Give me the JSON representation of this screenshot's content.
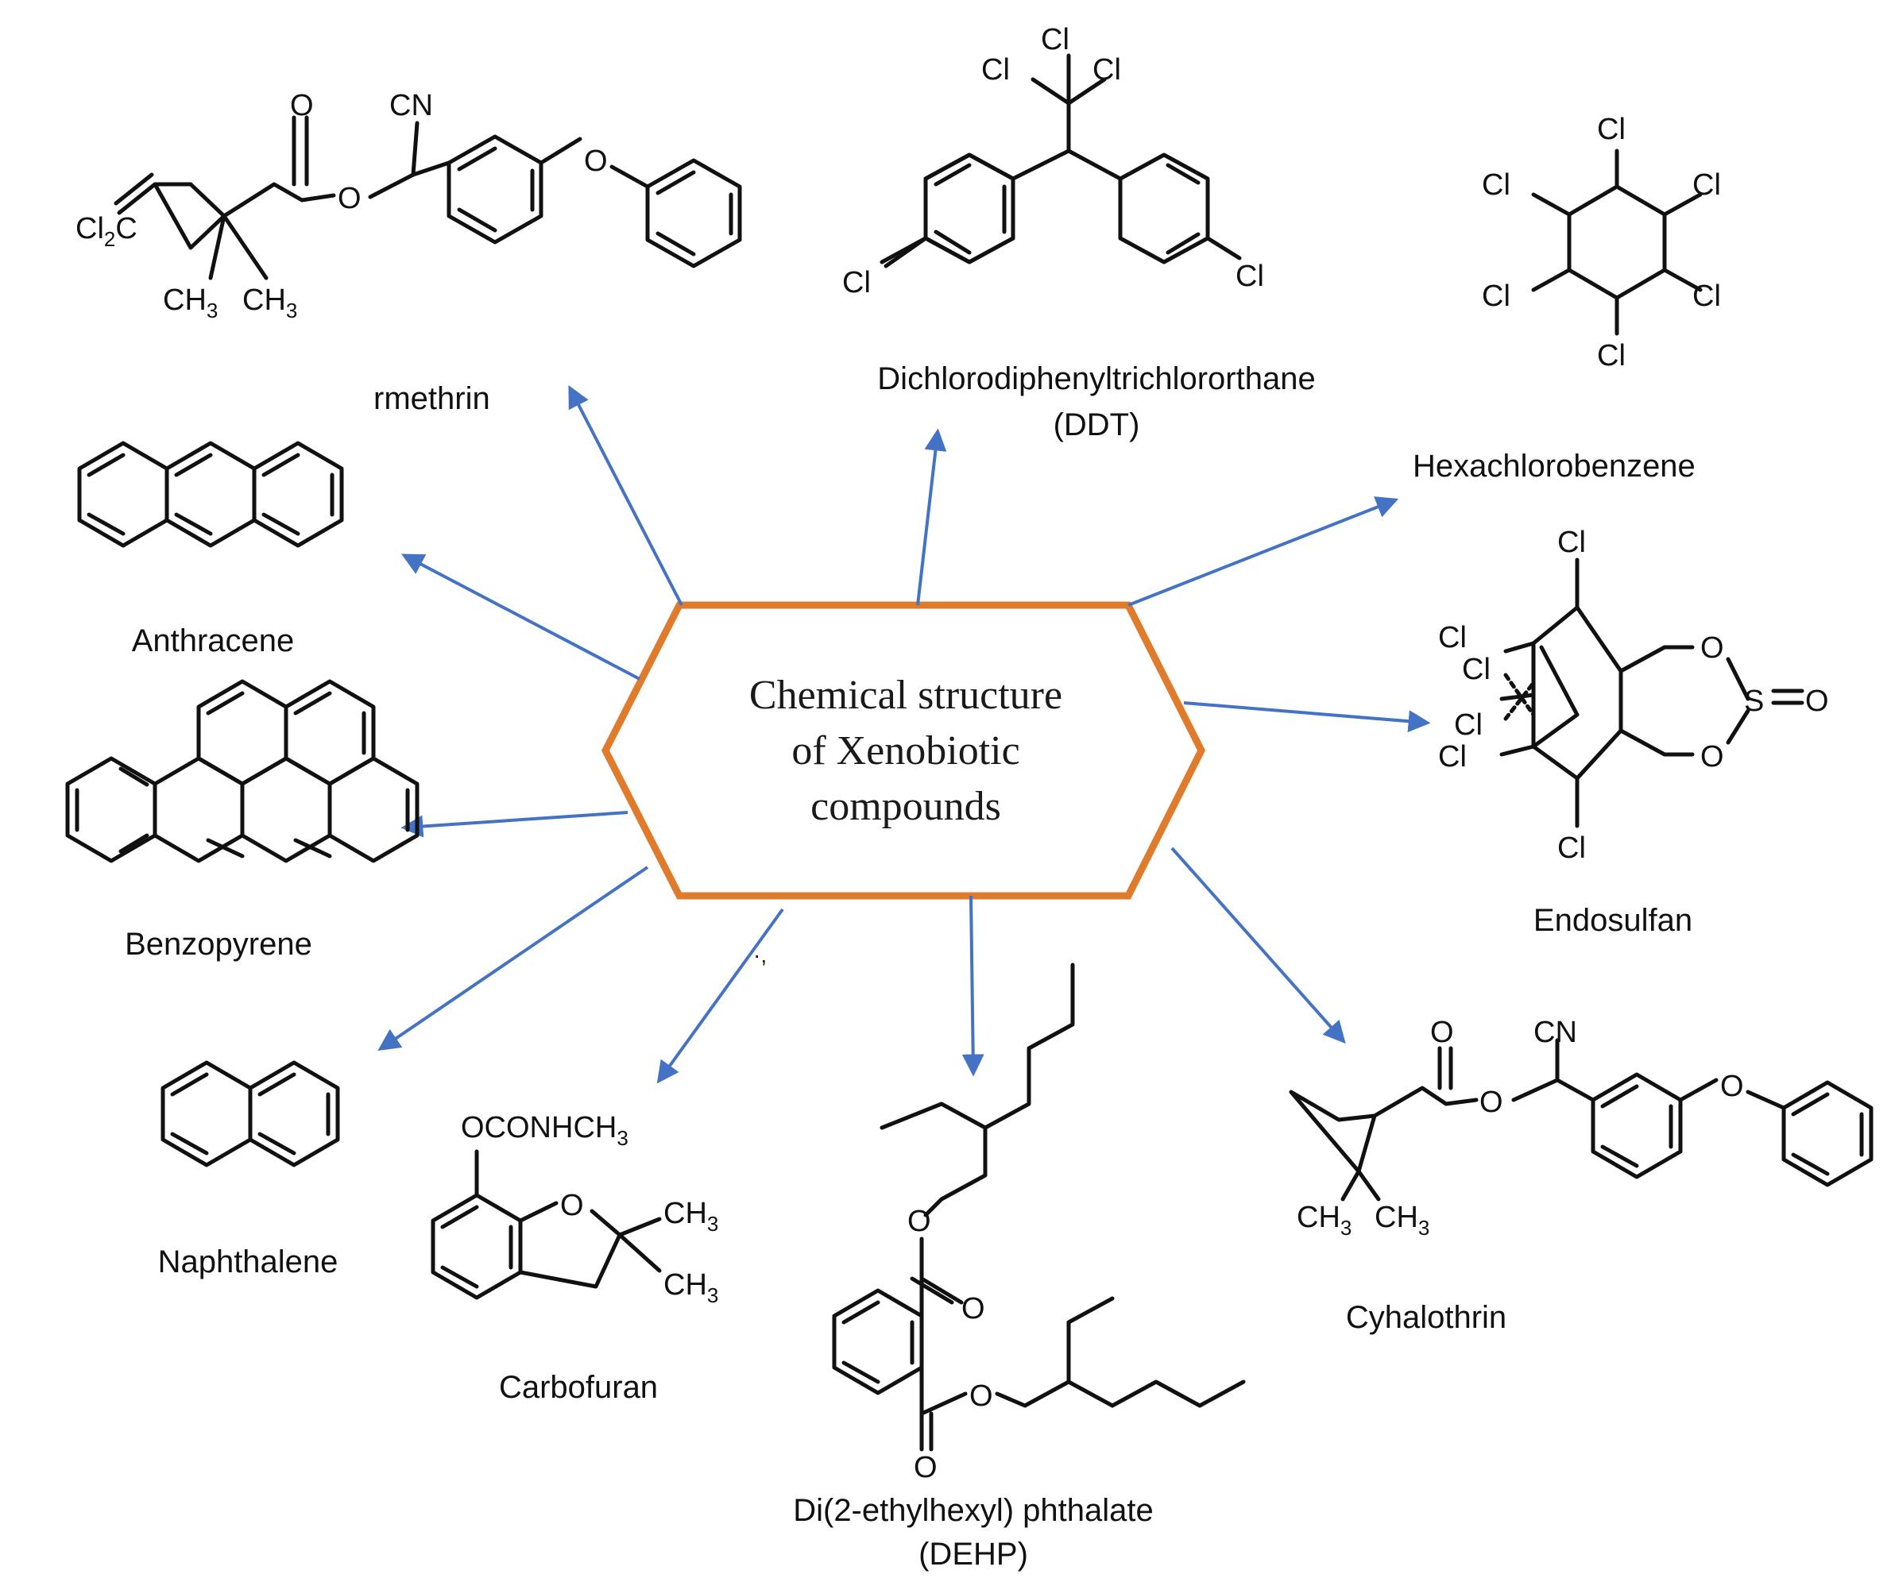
{
  "colors": {
    "arrow": "#4472C4",
    "hexagon_border": "#E07B2C",
    "bond": "#111111"
  },
  "center": {
    "line1": "Chemical structure",
    "line2": "of Xenobiotic",
    "line3": "compounds"
  },
  "compounds": [
    {
      "id": "permethrin",
      "label": "rmethrin"
    },
    {
      "id": "ddt",
      "label": "Dichlorodiphenyltrichlororthane",
      "sub": "(DDT)"
    },
    {
      "id": "hcb",
      "label": "Hexachlorobenzene"
    },
    {
      "id": "anthracene",
      "label": "Anthracene"
    },
    {
      "id": "endosulfan",
      "label": "Endosulfan"
    },
    {
      "id": "benzopyrene",
      "label": "Benzopyrene"
    },
    {
      "id": "naphthalene",
      "label": "Naphthalene"
    },
    {
      "id": "carbofuran",
      "label": "Carbofuran"
    },
    {
      "id": "dehp",
      "label": "Di(2-ethylhexyl) phthalate",
      "sub": "(DEHP)"
    },
    {
      "id": "cyhalothrin",
      "label": "Cyhalothrin"
    }
  ],
  "atoms": {
    "permethrin": {
      "cl2c": "Cl",
      "cl2c_sub": "2",
      "cl2c_tail": "C",
      "o1": "O",
      "cn": "CN",
      "o2": "O",
      "o3": "O",
      "me1": "CH",
      "me1_sub": "3",
      "me2": "CH",
      "me2_sub": "3"
    },
    "ddt": {
      "cl1": "Cl",
      "cl2": "Cl",
      "cl3": "Cl",
      "cl4": "Cl",
      "cl5": "Cl"
    },
    "hcb": {
      "cl1": "Cl",
      "cl2": "Cl",
      "cl3": "Cl",
      "cl4": "Cl",
      "cl5": "Cl",
      "cl6": "Cl"
    },
    "endosulfan": {
      "cl1": "Cl",
      "cl2": "Cl",
      "cl3": "Cl",
      "cl4": "Cl",
      "cl5": "Cl",
      "cl6": "Cl",
      "o1": "O",
      "s": "S",
      "o2": "O",
      "o3": "O"
    },
    "carbofuran": {
      "sub": "OCONHCH",
      "sub_n": "3",
      "o": "O",
      "me1": "CH",
      "me1_n": "3",
      "me2": "CH",
      "me2_n": "3"
    },
    "dehp": {
      "o1": "O",
      "o2": "O",
      "o3": "O",
      "o4": "O"
    },
    "cyhalothrin": {
      "o1": "O",
      "cn": "CN",
      "o2": "O",
      "o3": "O",
      "me1": "CH",
      "me1_sub": "3",
      "me2": "CH",
      "me2_sub": "3"
    }
  },
  "stray_mark": "·,"
}
